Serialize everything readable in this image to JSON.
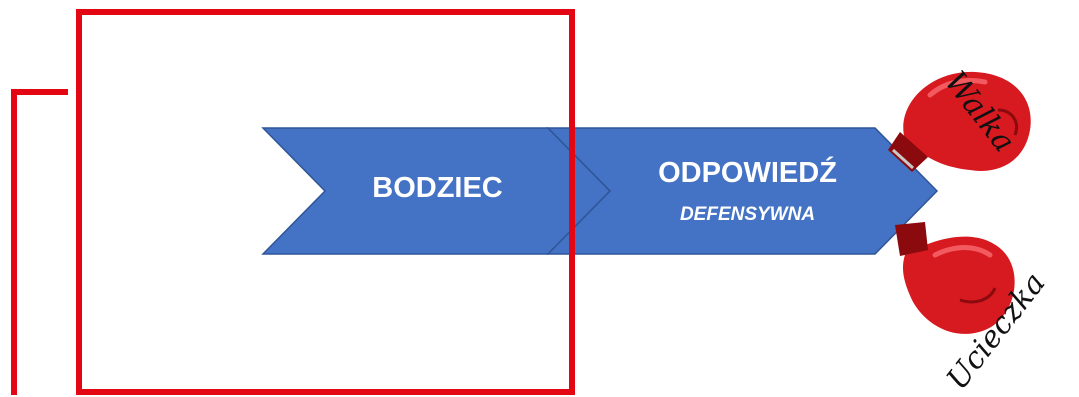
{
  "diagram": {
    "stimulus": "BODZIEC",
    "response": {
      "title": "ODPOWIEDŹ",
      "subtitle": "DEFENSYWNA"
    },
    "outcomes": {
      "fight": "Walka",
      "flight": "Ucieczka"
    }
  },
  "colors": {
    "arrow_fill": "#4472C4",
    "arrow_stroke": "#2F5597",
    "highlight": "#E30613",
    "glove_red": "#D71920",
    "glove_dark": "#8B0A0E"
  },
  "icons": [
    "boxing-glove-icon",
    "boxing-glove-icon"
  ]
}
